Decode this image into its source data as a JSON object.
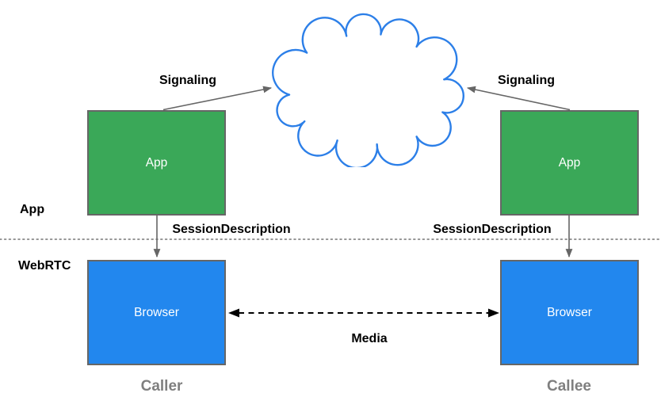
{
  "colors": {
    "app_box_fill": "#3aa858",
    "browser_box_fill": "#2287ee",
    "box_border": "#666666",
    "cloud_stroke": "#2c7fe8",
    "arrow_gray": "#666666",
    "arrow_black": "#000000",
    "divider_gray": "#969696",
    "role_label_gray": "#7f7f7f",
    "label_black": "#000000",
    "box_text": "#ffffff"
  },
  "cloud_icon": "network-cloud",
  "layer_labels": {
    "top": "App",
    "bottom": "WebRTC"
  },
  "caller": {
    "app_box_label": "App",
    "browser_box_label": "Browser",
    "role_label": "Caller",
    "signaling_label": "Signaling",
    "session_label": "SessionDescription"
  },
  "callee": {
    "app_box_label": "App",
    "browser_box_label": "Browser",
    "role_label": "Callee",
    "signaling_label": "Signaling",
    "session_label": "SessionDescription"
  },
  "media_arrow_label": "Media"
}
